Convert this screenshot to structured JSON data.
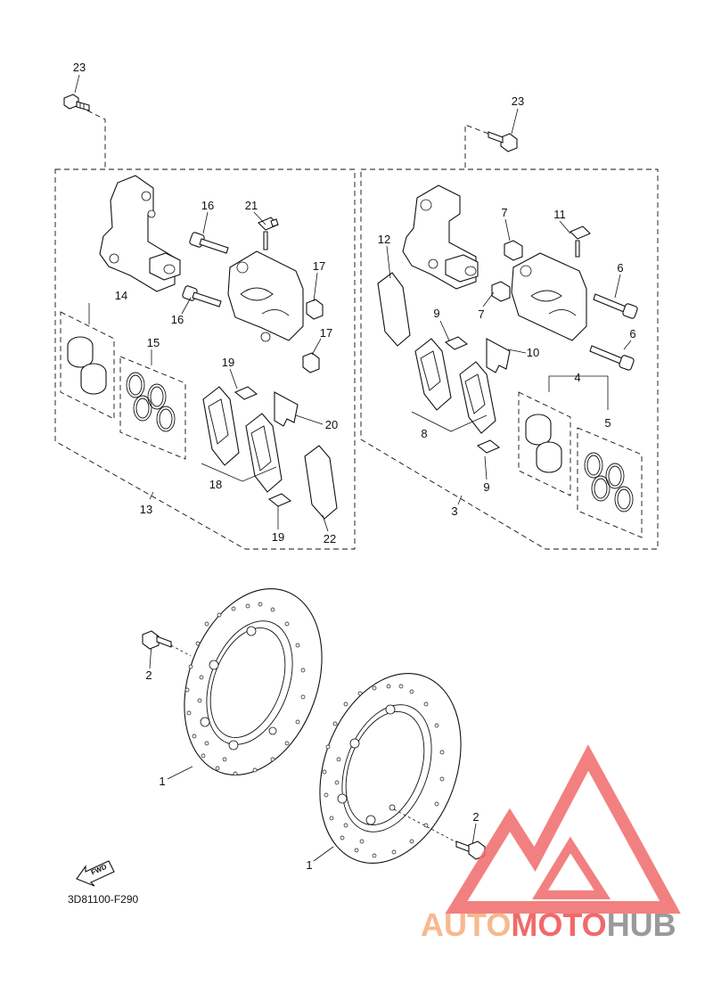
{
  "diagram": {
    "code": "3D81100-F290",
    "fwd_label": "FWD",
    "callouts": [
      "23",
      "23",
      "16",
      "21",
      "17",
      "16",
      "17",
      "14",
      "15",
      "19",
      "20",
      "18",
      "19",
      "22",
      "13",
      "12",
      "7",
      "11",
      "6",
      "7",
      "6",
      "9",
      "10",
      "8",
      "9",
      "4",
      "5",
      "3",
      "2",
      "1",
      "2",
      "1"
    ]
  },
  "watermark": {
    "part1": "AUTO",
    "part2": "MOTO",
    "part3": "HUB",
    "colors": {
      "auto": "#f7b98e",
      "moto": "#f06a6a",
      "hub": "#9a9a9a"
    }
  }
}
